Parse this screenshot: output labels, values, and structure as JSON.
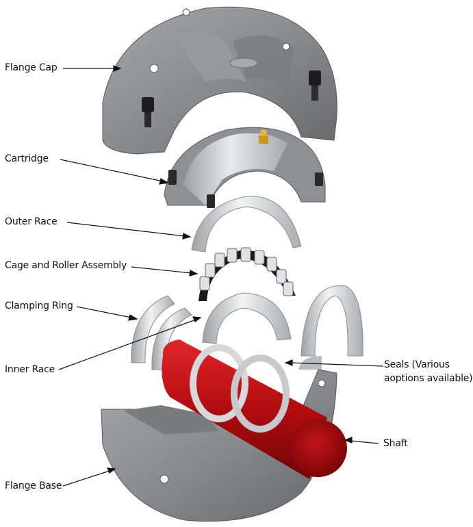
{
  "diagram": {
    "labels": {
      "flange_cap": "Flange Cap",
      "cartridge": "Cartridge",
      "outer_race": "Outer Race",
      "cage_roller": "Cage and Roller Assembly",
      "clamping_ring": "Clamping Ring",
      "inner_race": "Inner Race",
      "seals_line1": "Seals (Various",
      "seals_line2": "aoptions available)",
      "shaft": "Shaft",
      "flange_base": "Flange Base"
    },
    "colors": {
      "housing": "#8e8f93",
      "housing_dark": "#5f6064",
      "metal": "#c9cbcf",
      "metal_light": "#eceef0",
      "shaft": "#b10c10",
      "cage": "#1a1a1a",
      "grease_nipple": "#d8a21e"
    }
  }
}
